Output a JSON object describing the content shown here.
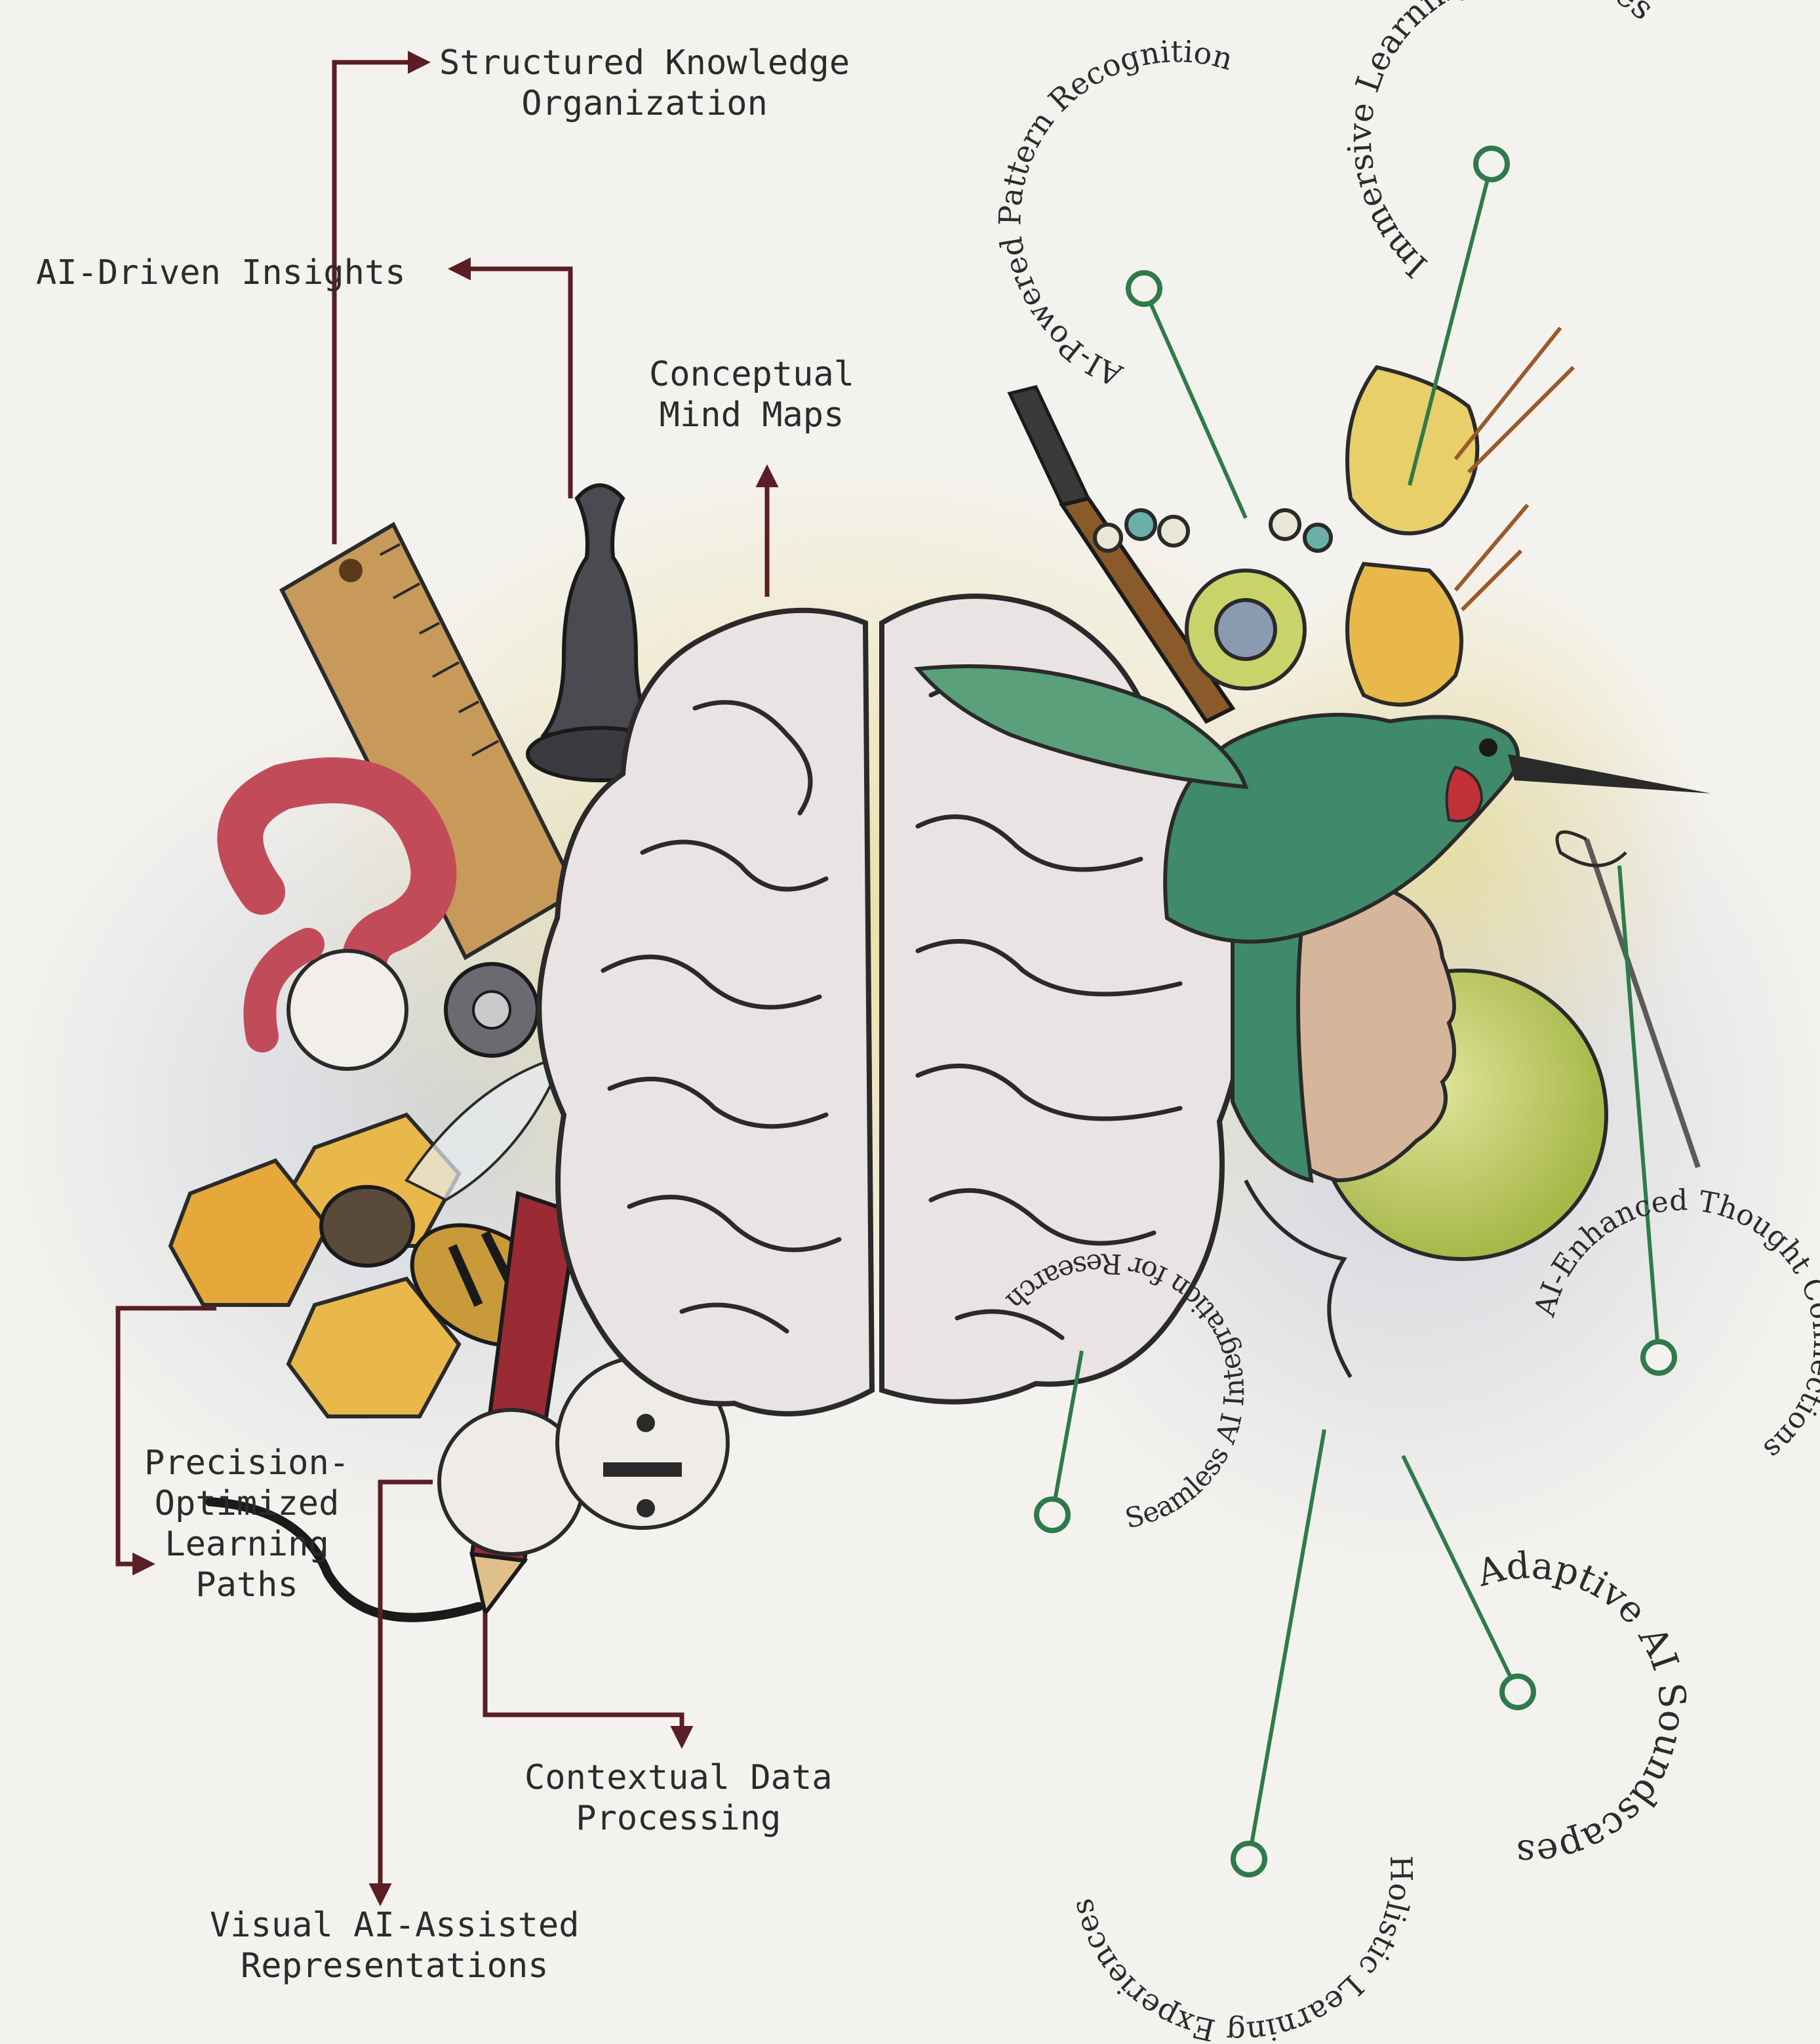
{
  "labels_left": {
    "structured_knowledge": [
      "Structured Knowledge",
      "Organization"
    ],
    "ai_driven_insights": [
      "AI-Driven Insights"
    ],
    "conceptual_mind_maps": [
      "Conceptual",
      "Mind Maps"
    ],
    "precision_paths": [
      "Precision-",
      "Optimized",
      "Learning",
      "Paths"
    ],
    "contextual_data": [
      "Contextual Data",
      "Processing"
    ],
    "visual_ai": [
      "Visual AI-Assisted",
      "Representations"
    ]
  },
  "labels_right": {
    "pattern_recognition": "AI-Powered Pattern Recognition",
    "immersive_interfaces": "Immersive Learning Interfaces",
    "thought_connections": "AI-Enhanced Thought Connections",
    "seamless_integration": "Seamless AI Integration for Research",
    "adaptive_soundscapes": "Adaptive AI Soundscapes",
    "holistic_experiences": "Holistic Learning Experiences"
  },
  "colors": {
    "arrow_left": "#5a1e24",
    "line_right": "#2f7a4a",
    "brain": "#e9e4e3",
    "brain_stroke": "#2a2a2a",
    "hummingbird": "#3f8a6a",
    "ruler": "#c89a5a",
    "flower": "#e8b84a",
    "question_mark": "#c24b5a"
  }
}
